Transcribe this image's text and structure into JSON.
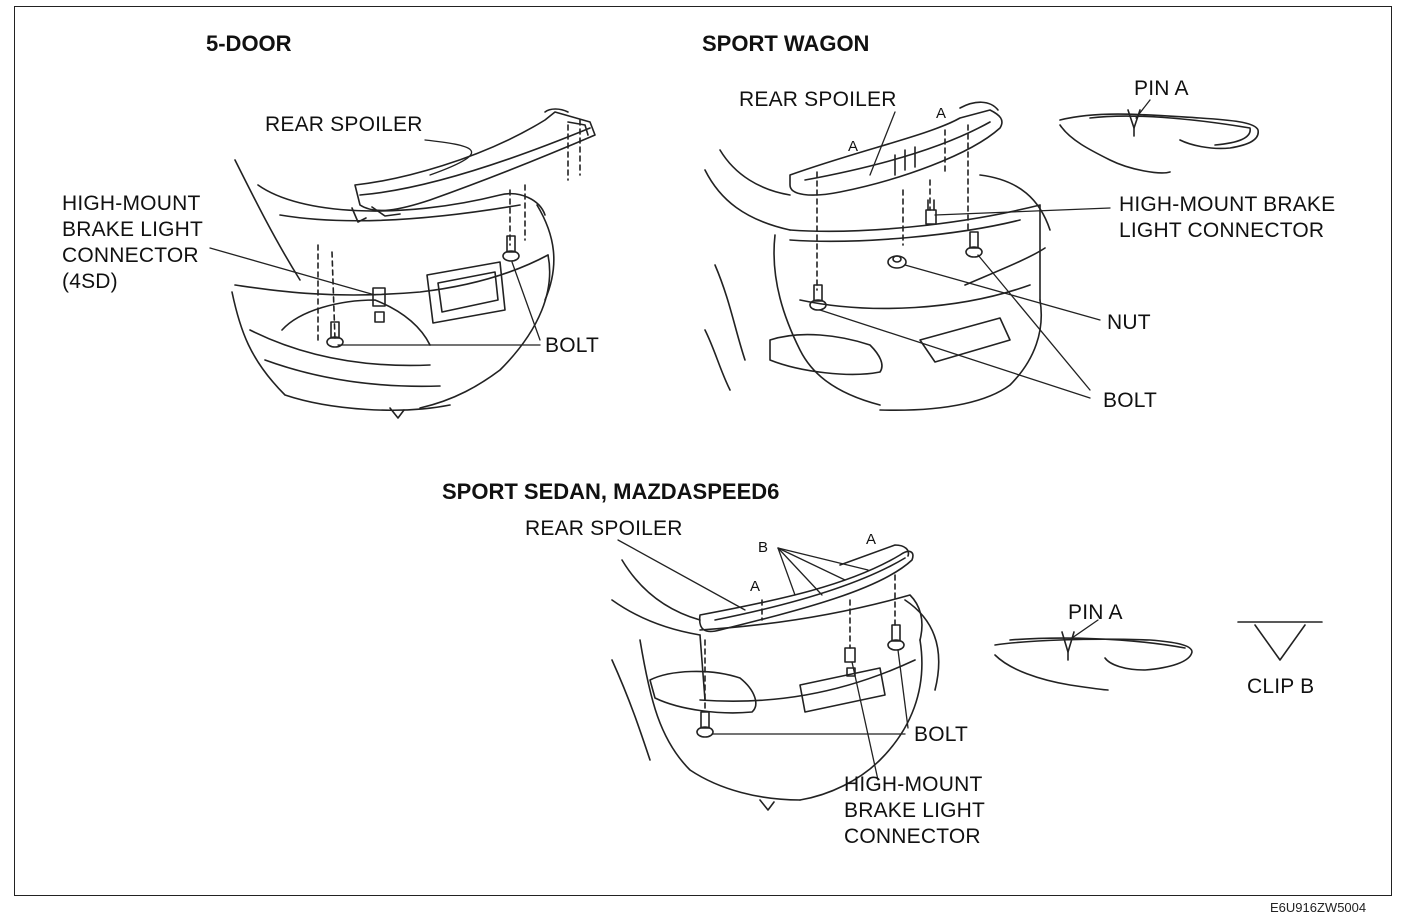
{
  "sections": {
    "five_door": {
      "title": "5-DOOR",
      "rear_spoiler": "REAR SPOILER",
      "connector": [
        "HIGH-MOUNT",
        "BRAKE LIGHT",
        "CONNECTOR",
        "(4SD)"
      ],
      "bolt": "BOLT"
    },
    "sport_wagon": {
      "title": "SPORT  WAGON",
      "rear_spoiler": "REAR SPOILER",
      "mark_a1": "A",
      "mark_a2": "A",
      "pin": "PIN A",
      "connector": [
        "HIGH-MOUNT BRAKE",
        "LIGHT CONNECTOR"
      ],
      "nut": "NUT",
      "bolt": "BOLT"
    },
    "sport_sedan": {
      "title": "SPORT SEDAN, MAZDASPEED6",
      "rear_spoiler": "REAR SPOILER",
      "mark_b": "B",
      "mark_a1": "A",
      "mark_a2": "A",
      "pin": "PIN A",
      "clip": "CLIP B",
      "bolt": "BOLT",
      "connector": [
        "HIGH-MOUNT",
        "BRAKE LIGHT",
        "CONNECTOR"
      ]
    }
  },
  "figure_ref": "E6U916ZW5004"
}
